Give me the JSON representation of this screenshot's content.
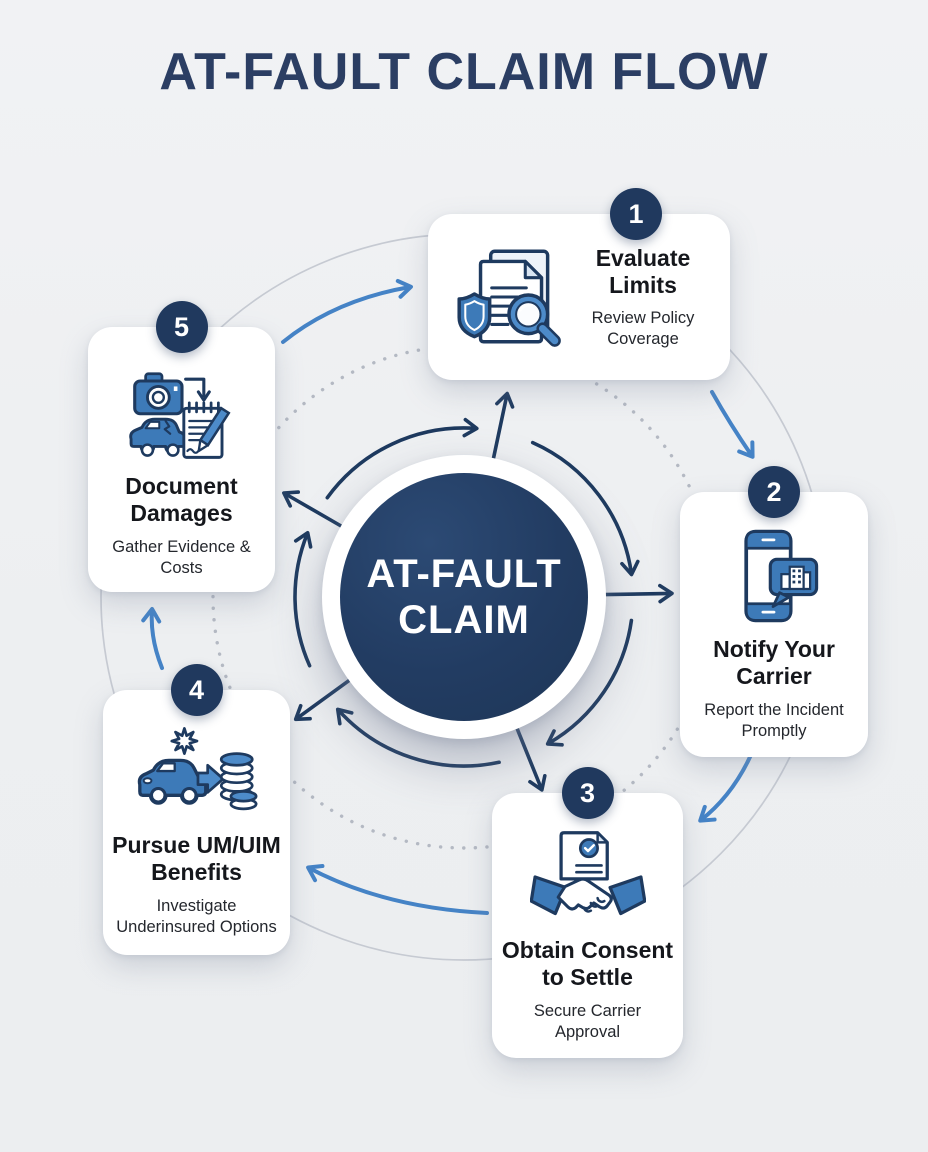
{
  "title": "AT-FAULT CLAIM FLOW",
  "center": {
    "label_line1": "AT-FAULT",
    "label_line2": "CLAIM"
  },
  "steps": [
    {
      "number": "1",
      "title": "Evaluate Limits",
      "subtitle": "Review Policy Coverage",
      "icon": "policy-search-icon"
    },
    {
      "number": "2",
      "title": "Notify Your Carrier",
      "subtitle": "Report the Incident Promptly",
      "icon": "phone-notify-icon"
    },
    {
      "number": "3",
      "title": "Obtain Consent to Settle",
      "subtitle": "Secure Carrier Approval",
      "icon": "handshake-agreement-icon"
    },
    {
      "number": "4",
      "title": "Pursue UM/UIM Benefits",
      "subtitle": "Investigate Underinsured Options",
      "icon": "car-to-coins-icon"
    },
    {
      "number": "5",
      "title": "Document Damages",
      "subtitle": "Gather Evidence & Costs",
      "icon": "camera-notes-icon"
    }
  ],
  "colors": {
    "background": "#eef0f2",
    "title_navy": "#2b3e63",
    "navy": "#1e3a5f",
    "badge_navy": "#20395e",
    "arrow_blue": "#4583c6",
    "icon_blue": "#3d7ab8",
    "icon_blue_light": "#4d8bc9",
    "ring_gray": "#c6cad2",
    "dot_gray": "#b4b9c3",
    "card_white": "#ffffff"
  }
}
